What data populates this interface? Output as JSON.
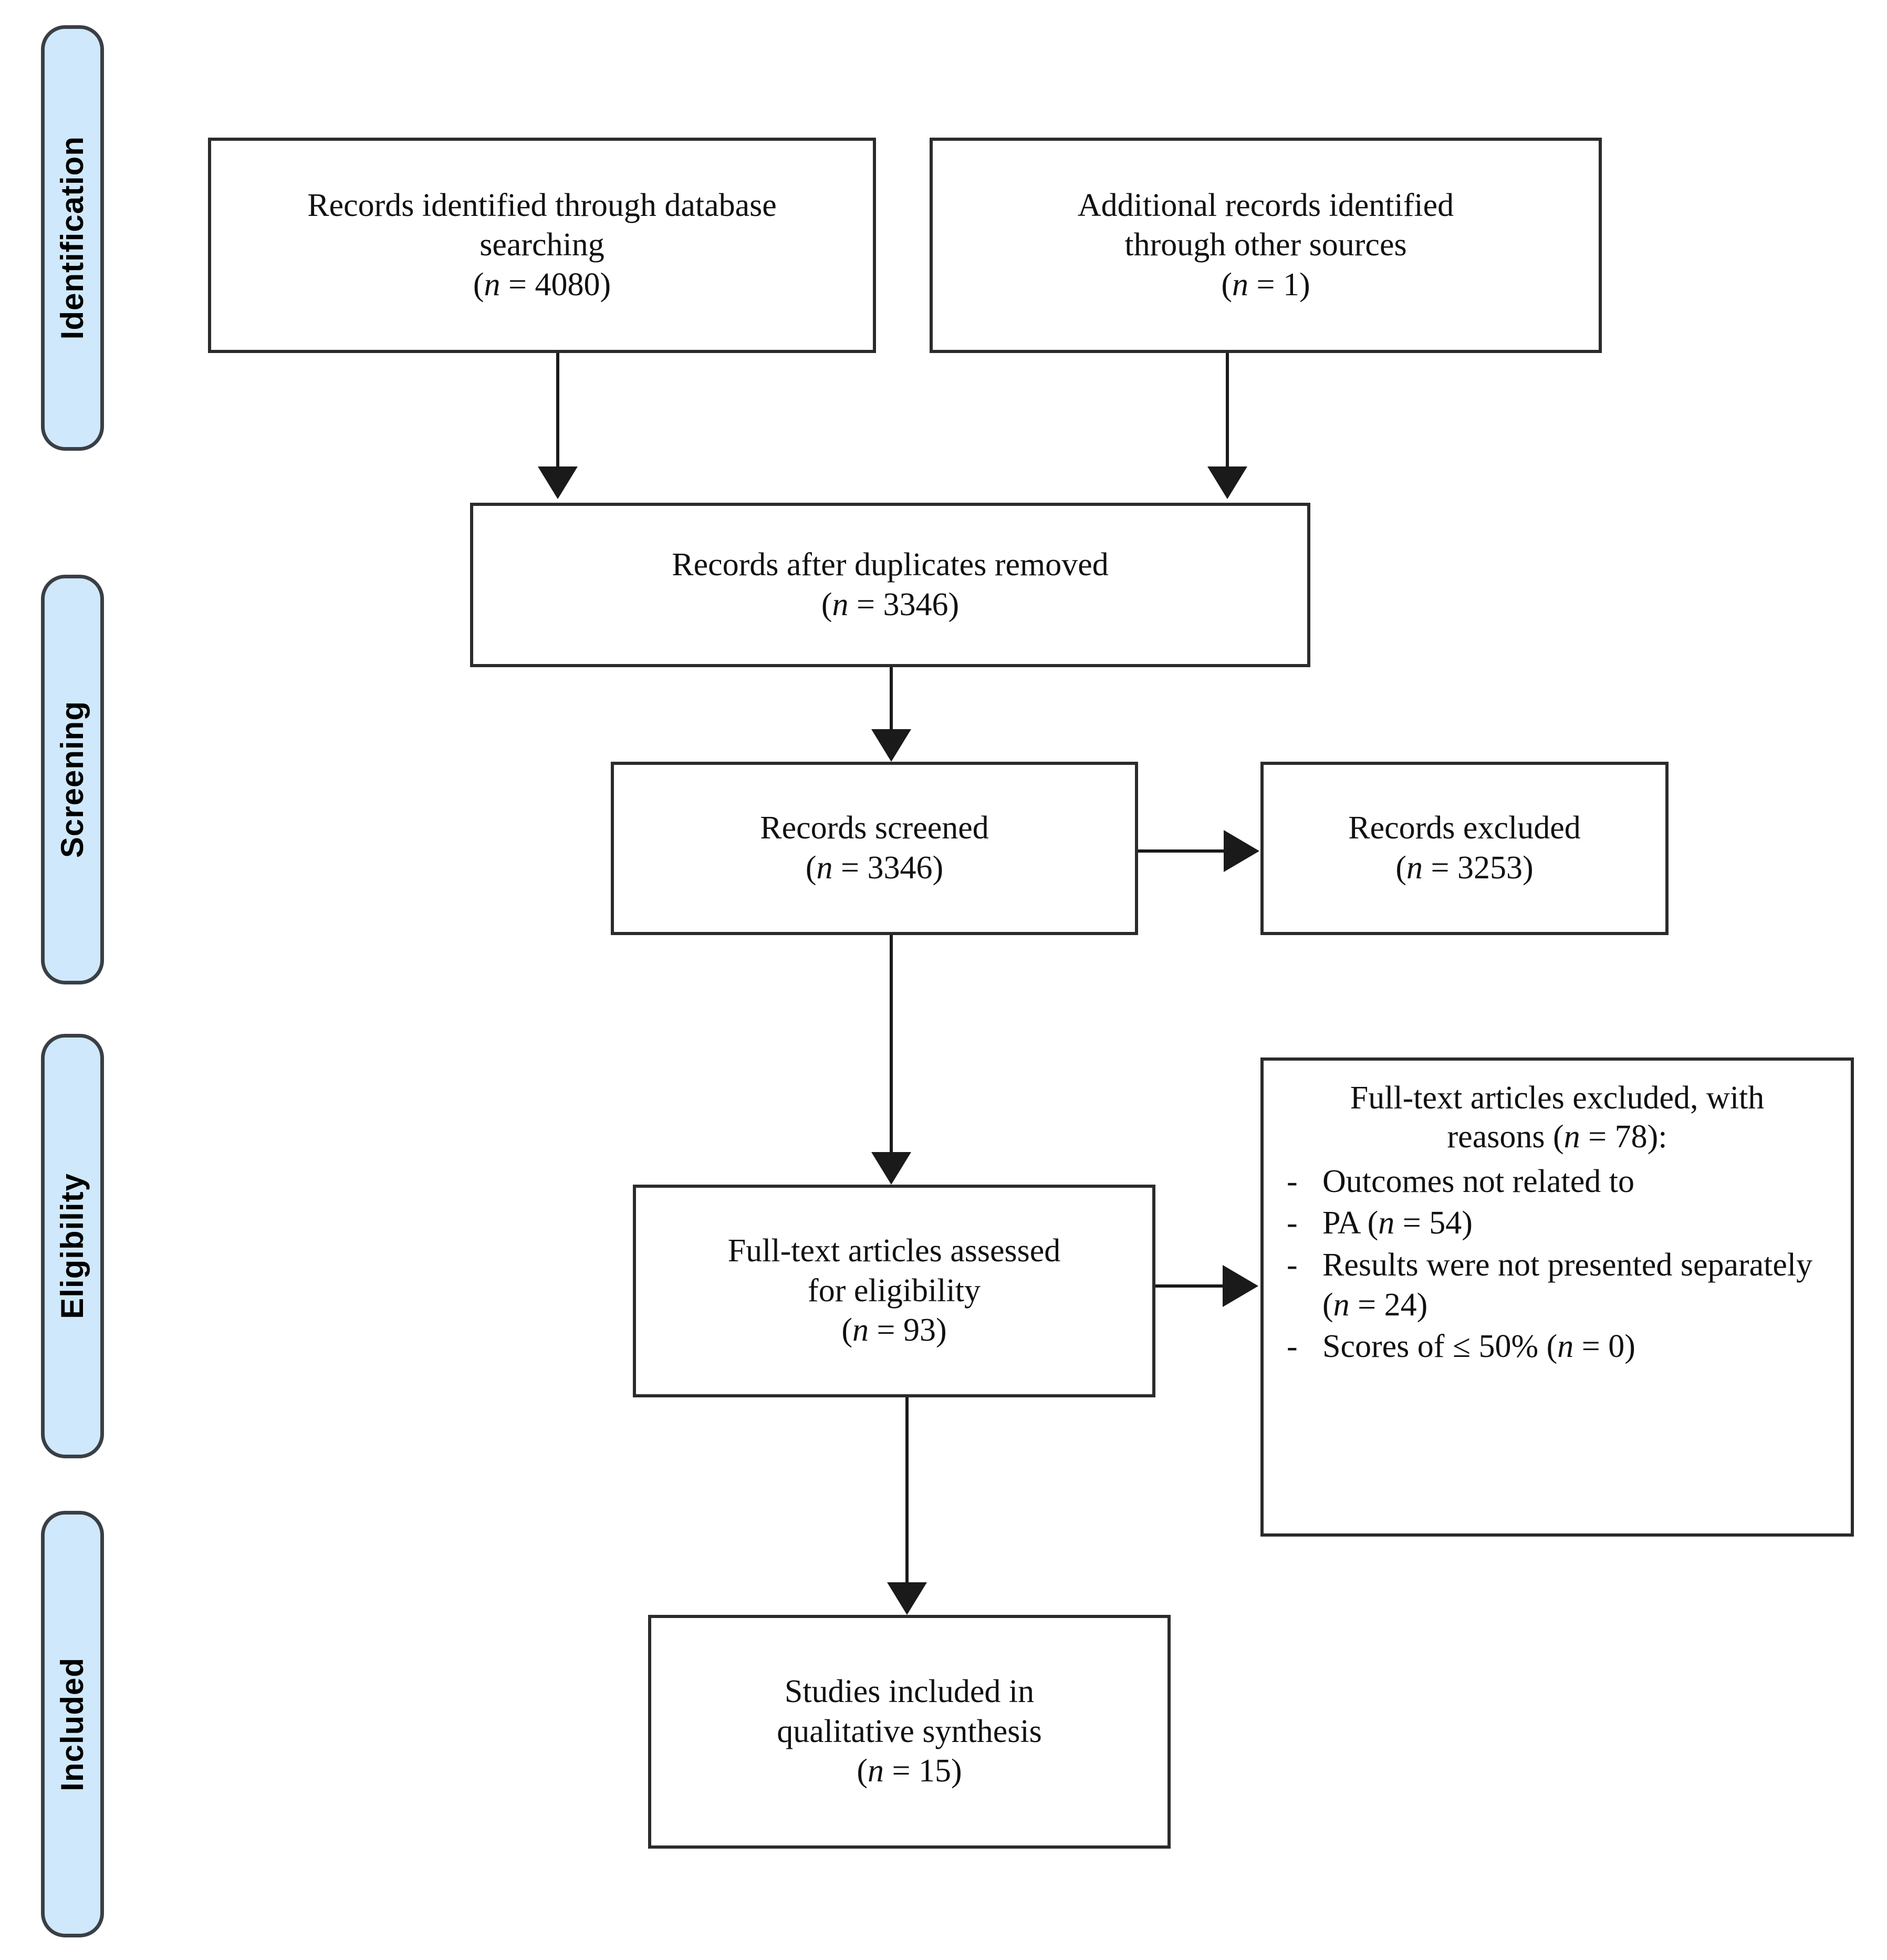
{
  "diagram": {
    "type": "prisma-flow-diagram",
    "stages": [
      {
        "id": "identification",
        "label": "Identification"
      },
      {
        "id": "screening",
        "label": "Screening"
      },
      {
        "id": "eligibility",
        "label": "Eligibility"
      },
      {
        "id": "included",
        "label": "Included"
      }
    ],
    "boxes": {
      "db_search": {
        "line1": "Records identified through database",
        "line2": "searching",
        "n_prefix": "(",
        "n_var": "n",
        "n_eq": " = 4080)"
      },
      "other_sources": {
        "line1": "Additional records identified",
        "line2": "through other sources",
        "n_prefix": "(",
        "n_var": "n",
        "n_eq": " = 1)"
      },
      "duplicates_removed": {
        "line1": "Records after duplicates removed",
        "n_prefix": "(",
        "n_var": "n",
        "n_eq": " = 3346)"
      },
      "records_screened": {
        "line1": "Records screened",
        "n_prefix": "(",
        "n_var": "n",
        "n_eq": " = 3346)"
      },
      "records_excluded": {
        "line1": "Records excluded",
        "n_prefix": "(",
        "n_var": "n",
        "n_eq": " = 3253)"
      },
      "fulltext_assessed": {
        "line1": "Full-text articles assessed",
        "line2": "for eligibility",
        "n_prefix": "(",
        "n_var": "n",
        "n_eq": " = 93)"
      },
      "fulltext_excluded": {
        "head_a": "Full-text articles excluded, with",
        "head_b_pre": "reasons (",
        "head_b_var": "n",
        "head_b_post": " = 78):",
        "bullet_marker": "-",
        "reasons": [
          {
            "text_pre": "Outcomes not related to",
            "var": "",
            "text_post": ""
          },
          {
            "text_pre": "PA (",
            "var": "n",
            "text_post": " = 54)"
          },
          {
            "text_pre": "Results were not presented separately (",
            "var": "n",
            "text_post": " = 24)"
          },
          {
            "text_pre": "Scores of ≤ 50% (",
            "var": "n",
            "text_post": " = 0)"
          }
        ]
      },
      "studies_included": {
        "line1": "Studies included in",
        "line2": "qualitative synthesis",
        "n_prefix": "(",
        "n_var": "n",
        "n_eq": " = 15)"
      }
    },
    "colors": {
      "stage_fill": "#cfe8fb",
      "stage_border": "#3a3f45",
      "box_border": "#2b2b2b",
      "connector": "#1a1a1a",
      "text": "#111111",
      "background": "#ffffff"
    }
  }
}
